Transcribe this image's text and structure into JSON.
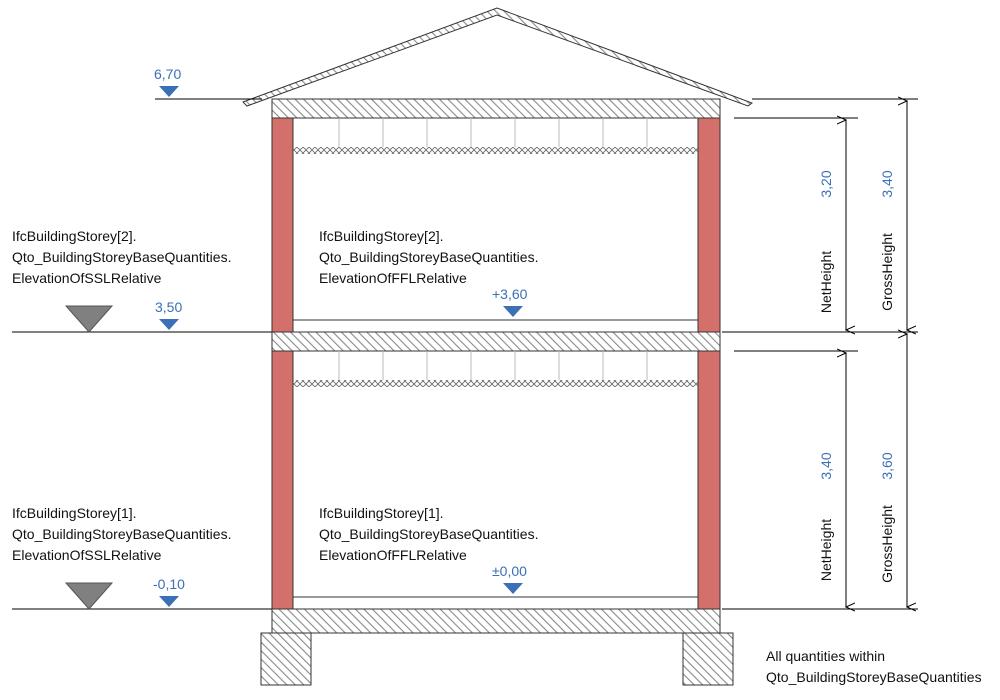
{
  "elevations": {
    "roof_top": "6,70",
    "ssl_upper": "3,50",
    "ssl_lower": "-0,10",
    "ffl_upper": "+3,60",
    "ffl_lower": "±0,00"
  },
  "labels": {
    "storey2_ssl": [
      "IfcBuildingStorey[2].",
      "Qto_BuildingStoreyBaseQuantities.",
      "ElevationOfSSLRelative"
    ],
    "storey2_ffl": [
      "IfcBuildingStorey[2].",
      "Qto_BuildingStoreyBaseQuantities.",
      "ElevationOfFFLRelative"
    ],
    "storey1_ssl": [
      "IfcBuildingStorey[1].",
      "Qto_BuildingStoreyBaseQuantities.",
      "ElevationOfSSLRelative"
    ],
    "storey1_ffl": [
      "IfcBuildingStorey[1].",
      "Qto_BuildingStoreyBaseQuantities.",
      "ElevationOfFFLRelative"
    ]
  },
  "dimensions": {
    "upper": {
      "net_value": "3,20",
      "net_label": "NetHeight",
      "gross_value": "3,40",
      "gross_label": "GrossHeight"
    },
    "lower": {
      "net_value": "3,40",
      "net_label": "NetHeight",
      "gross_value": "3,60",
      "gross_label": "GrossHeight"
    }
  },
  "note": [
    "All quantities within",
    "Qto_BuildingStoreyBaseQuantities"
  ],
  "colors": {
    "wall": "#d4706b",
    "marker_blue": "#3b6fb6",
    "marker_gray": "#808080",
    "hatch": "#8a8a8a"
  }
}
